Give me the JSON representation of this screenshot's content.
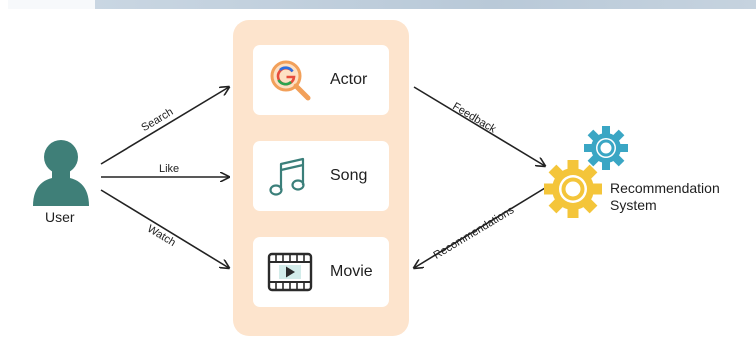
{
  "user": {
    "label": "User"
  },
  "items": [
    {
      "label": "Actor",
      "icon": "google-search-icon"
    },
    {
      "label": "Song",
      "icon": "music-note-icon"
    },
    {
      "label": "Movie",
      "icon": "film-strip-icon"
    }
  ],
  "edges": {
    "search": "Search",
    "like": "Like",
    "watch": "Watch",
    "feedback": "Feedback",
    "recommendations": "Recommendations"
  },
  "system": {
    "label_line1": "Recommendation",
    "label_line2": "System"
  },
  "colors": {
    "panel": "#fde4cd",
    "user": "#3f7f78",
    "gear_blue": "#3aa6c4",
    "gear_yellow": "#f4c53a",
    "icon_orange": "#f2a05a",
    "icon_teal": "#3b7f7a"
  }
}
